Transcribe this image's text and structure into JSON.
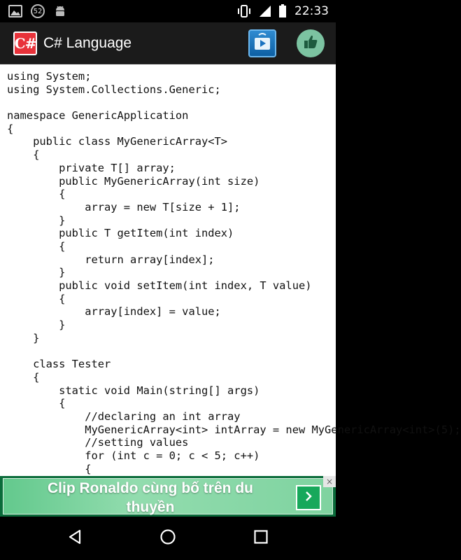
{
  "status_bar": {
    "notification_count": "52",
    "time": "22:33",
    "icons": [
      "image-icon",
      "notification-count-badge",
      "android-icon",
      "vibrate-icon",
      "signal-icon",
      "battery-icon"
    ]
  },
  "app_bar": {
    "logo_text": "C#",
    "title": "C# Language",
    "action_icons": [
      "play-store-icon",
      "thumbs-up-icon"
    ]
  },
  "code": {
    "lines": [
      "using System;",
      "using System.Collections.Generic;",
      "",
      "namespace GenericApplication",
      "{",
      "    public class MyGenericArray<T>",
      "    {",
      "        private T[] array;",
      "        public MyGenericArray(int size)",
      "        {",
      "            array = new T[size + 1];",
      "        }",
      "        public T getItem(int index)",
      "        {",
      "            return array[index];",
      "        }",
      "        public void setItem(int index, T value)",
      "        {",
      "            array[index] = value;",
      "        }",
      "    }",
      "",
      "    class Tester",
      "    {",
      "        static void Main(string[] args)",
      "        {",
      "            //declaring an int array",
      "            MyGenericArray<int> intArray = new MyGenericArray<int>(5);",
      "            //setting values",
      "            for (int c = 0; c < 5; c++)",
      "            {"
    ]
  },
  "ad": {
    "line1": "Clip Ronaldo cùng bố trên du",
    "line2": "thuyền",
    "close_label": "×"
  },
  "colors": {
    "app_bar": "#1b1b1b",
    "logo": "#e8323a",
    "ad_background": "#7fd3a0",
    "ad_button": "#17a85b"
  }
}
